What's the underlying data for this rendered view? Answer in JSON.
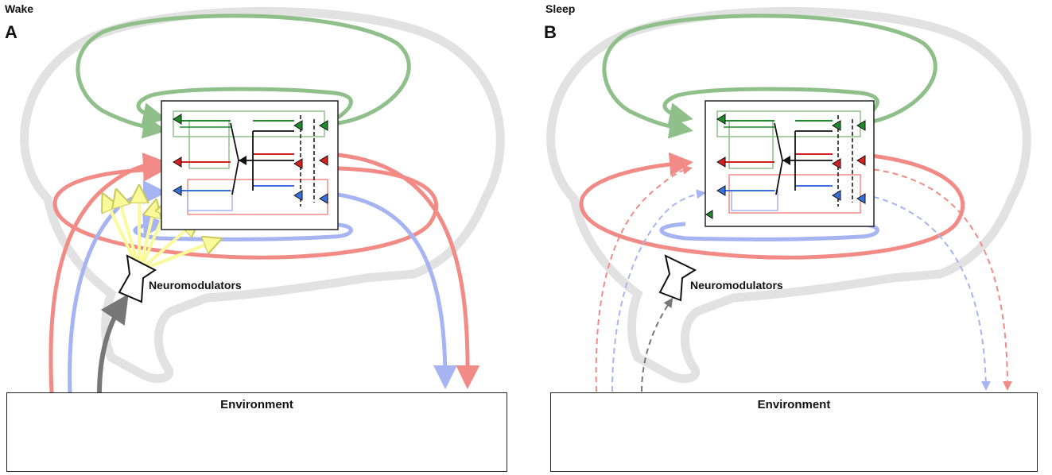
{
  "panels": [
    {
      "state": "Wake",
      "letter": "A",
      "environment": "Environment",
      "modulator": "Neuromodulators"
    },
    {
      "state": "Sleep",
      "letter": "B",
      "environment": "Environment",
      "modulator": "Neuromodulators"
    }
  ],
  "colors": {
    "brain_outline": "#e2e2e2",
    "green_loop": "#8fc08a",
    "red_loop": "#f28b86",
    "blue_loop": "#a7b4f2",
    "neuromodulator_arrows": "#fafa9a",
    "gray_arrow": "#777777",
    "neuron_green": "#1f8a2b",
    "neuron_red": "#d42020",
    "neuron_blue": "#3a6fdc"
  }
}
